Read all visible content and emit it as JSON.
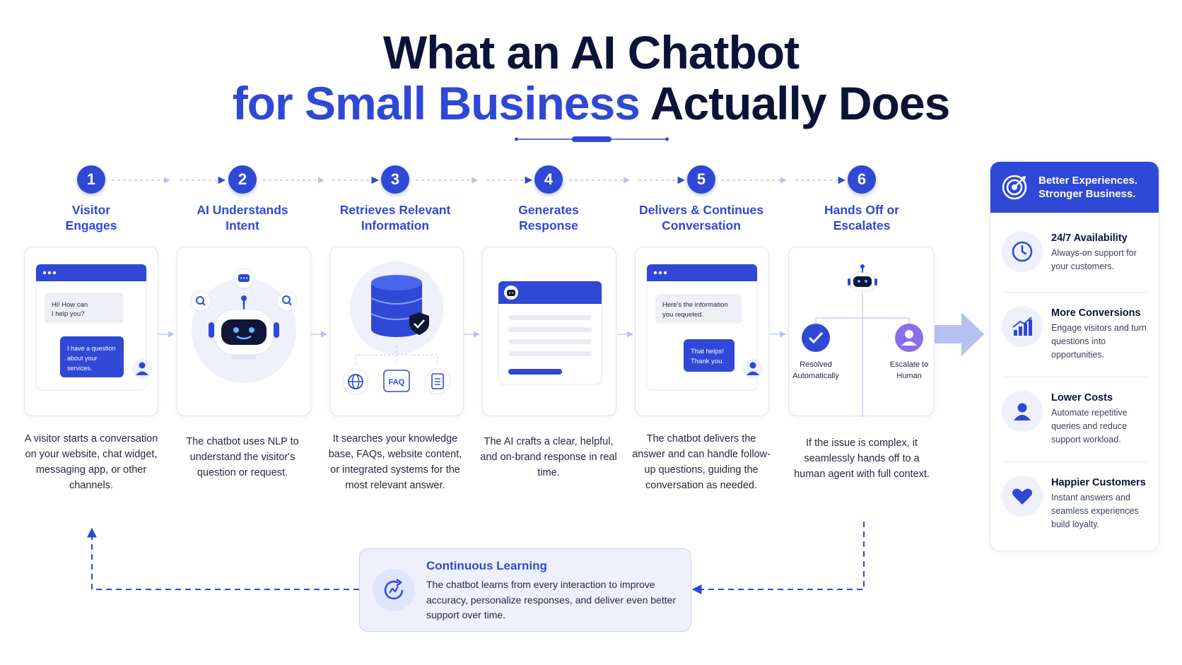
{
  "title": {
    "line1": "What an AI Chatbot",
    "line2_accent": "for Small Business",
    "line2_rest": "Actually Does"
  },
  "steps": [
    {
      "number": "1",
      "title_line1": "Visitor",
      "title_line2": "Engages",
      "chat_bot": [
        "Hi! How can",
        "I help you?"
      ],
      "chat_user": [
        "I have a question",
        "about your",
        "services."
      ],
      "description": "A visitor starts a conversation on your website, chat widget, messaging app, or other channels."
    },
    {
      "number": "2",
      "title_line1": "AI Understands",
      "title_line2": "Intent",
      "description": "The chatbot uses NLP to understand the visitor's question or request."
    },
    {
      "number": "3",
      "title_line1": "Retrieves Relevant",
      "title_line2": "Information",
      "faq_label": "FAQ",
      "description": "It searches your knowledge base, FAQs, website content, or integrated systems for the most relevant answer."
    },
    {
      "number": "4",
      "title_line1": "Generates",
      "title_line2": "Response",
      "description": "The AI crafts a clear, helpful, and on-brand response in real time."
    },
    {
      "number": "5",
      "title_line1": "Delivers & Continues",
      "title_line2": "Conversation",
      "chat_bot": [
        "Here's the information",
        "you requeted."
      ],
      "chat_user": [
        "That helps!",
        "Thank you."
      ],
      "description": "The chatbot delivers the answer and can handle follow-up questions, guiding the conversation as needed."
    },
    {
      "number": "6",
      "title_line1": "Hands Off or",
      "title_line2": "Escalates",
      "left_label": [
        "Resolved",
        "Automatically"
      ],
      "right_label": [
        "Escalate to",
        "Human"
      ],
      "description": "If the issue is complex, it seamlessly hands off to a human agent with full context."
    }
  ],
  "benefits": {
    "header_line1": "Better Experiences.",
    "header_line2": "Stronger Business.",
    "items": [
      {
        "title": "24/7 Availability",
        "text": "Always-on support for your customers.",
        "icon": "clock-icon"
      },
      {
        "title": "More Conversions",
        "text": "Engage visitors and turn questions into opportunities.",
        "icon": "bar-chart-icon"
      },
      {
        "title": "Lower Costs",
        "text": "Automate repetitive queries and reduce support workload.",
        "icon": "person-icon"
      },
      {
        "title": "Happier Customers",
        "text": "Instant answers and seamless experiences build loyalty.",
        "icon": "heart-icon"
      }
    ]
  },
  "learning": {
    "title": "Continuous Learning",
    "text": "The chatbot learns from every interaction to improve accuracy, personalize responses, and deliver even better support over time."
  },
  "colors": {
    "primary": "#2f48d6",
    "navy": "#0b1437",
    "light": "#eef1fb",
    "purple": "#8a6ee8"
  }
}
